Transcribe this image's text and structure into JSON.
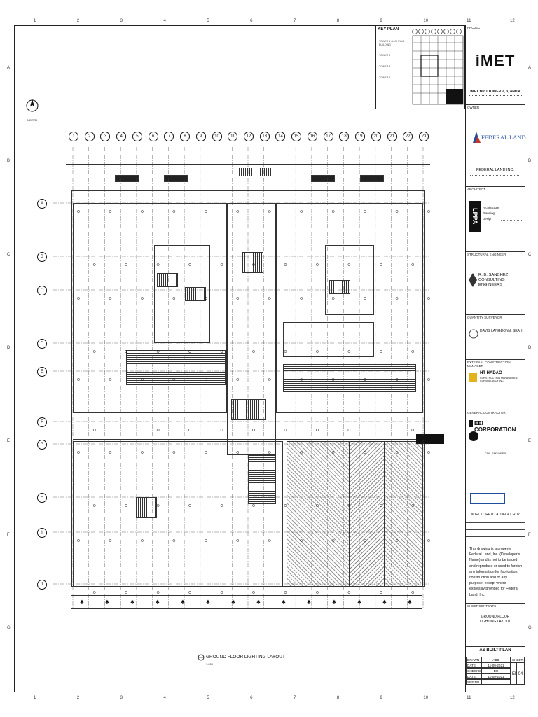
{
  "ruler": {
    "top": [
      "1",
      "2",
      "3",
      "4",
      "5",
      "6",
      "7",
      "8",
      "9",
      "10",
      "11",
      "12"
    ],
    "bottom": [
      "1",
      "2",
      "3",
      "4",
      "5",
      "6",
      "7",
      "8",
      "9",
      "10",
      "11",
      "12"
    ],
    "left": [
      "A",
      "B",
      "C",
      "D",
      "E",
      "F",
      "G"
    ]
  },
  "keyplan": {
    "title": "KEY PLAN",
    "towers": [
      "TOWER 1 / LIGHTING BUILDING",
      "TOWER 2",
      "TOWER 3",
      "TOWER 4"
    ]
  },
  "north": {
    "label": "NORTH"
  },
  "grid_columns": [
    "1",
    "2",
    "3",
    "4",
    "5",
    "6",
    "7",
    "8",
    "9",
    "10",
    "11",
    "12",
    "13",
    "14",
    "15",
    "16",
    "17",
    "18",
    "19",
    "20",
    "21",
    "22",
    "23"
  ],
  "grid_rows": [
    "A",
    "B",
    "C",
    "D",
    "E",
    "F",
    "G",
    "H",
    "I",
    "J"
  ],
  "drawing": {
    "title": "GROUND FLOOR LIGHTING LAYOUT",
    "scale": "1:200"
  },
  "titleblock": {
    "project_label": "PROJECT",
    "project_logo": "iMET",
    "project_name": "IMET BPO TOWER 2, 3, AND 4",
    "owner_label": "OWNER",
    "owner_logo": "FEDERAL LAND",
    "owner_name": "FEDERAL LAND INC.",
    "architect_label": "ARCHITECT",
    "architect_logo": "LPPA",
    "architect_lines": [
      "Architecture",
      "Planning",
      "Design"
    ],
    "structural_label": "STRUCTURAL ENGINEER",
    "structural_name": "R. B. SANCHEZ CONSULTING ENGINEERS",
    "qs_label": "QUANTITY SURVEYOR",
    "qs_name": "DAVIS LANGDON & SEAH",
    "ecm_label": "EXTERNAL CONSTRUCTION MANAGER",
    "ecm_name": "HT HADAO",
    "ecm_sub": "CONSTRUCTION MANAGEMENT CONSULTANCY INC.",
    "gc_label": "GENERAL CONTRACTOR",
    "gc_name": "EEI CORPORATION",
    "civil_engineer": "CIVIL ENGINEER",
    "engineer_name": "NOEL LORETO A. DELA CRUZ",
    "notice": "This drawing is a property Federal Land, Inc. (Developer's Name) and is not to be traced and reproduce or used to furnish any information for fabrication, construction and or any purpose, except where expressly provided for Federal Land, Inc.",
    "sheet_contents_label": "SHEET CONTENTS",
    "sheet_contents": "GROUND FLOOR LIGHTING LAYOUT",
    "as_built": "AS BUILT PLAN",
    "drawn_label": "DRAWN",
    "drawn_by": "ABB",
    "date_label": "DATE",
    "date1": "11-09-2021",
    "checked_label": "CHECKED",
    "checked_by": "DU",
    "date2": "11-09-2021",
    "srf_label": "SRF NO.",
    "sheet_no_label": "SHEET NO.",
    "sheet_prefix": "EE",
    "sheet_num": "04"
  },
  "colors": {
    "federal_blue": "#1f4e9c",
    "federal_red": "#c0392b",
    "accent_yellow": "#e3b21c"
  }
}
